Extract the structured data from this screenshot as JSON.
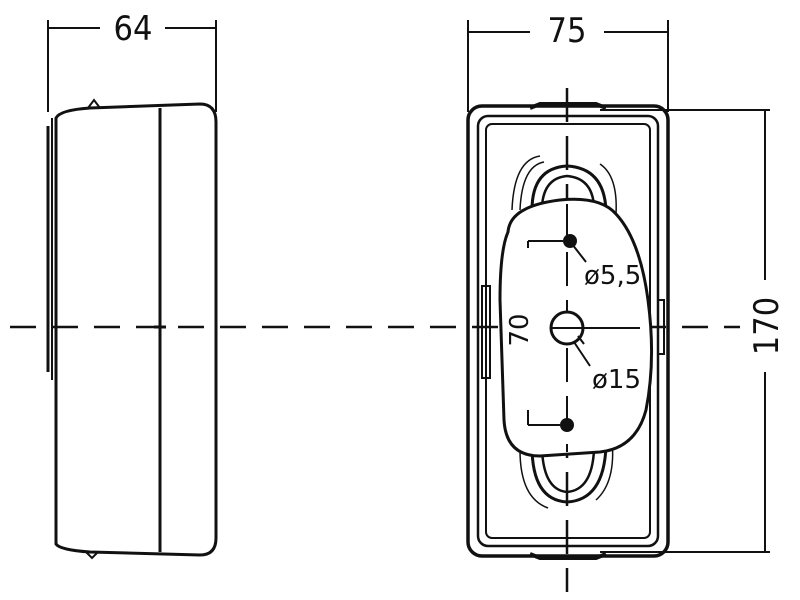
{
  "drawing": {
    "side_view": {
      "width_label": "64"
    },
    "front_view": {
      "width_label": "75",
      "height_label": "170",
      "hole_spacing_label": "70",
      "small_hole_label": "ø5,5",
      "center_hole_label": "ø15"
    },
    "colors": {
      "line": "#111111",
      "background": "#ffffff"
    }
  }
}
